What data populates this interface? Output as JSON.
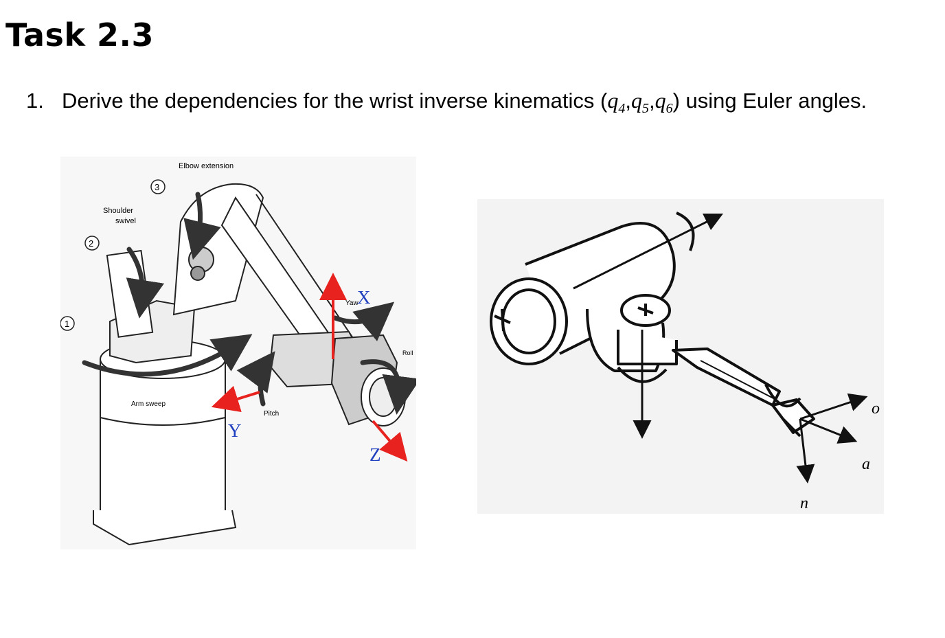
{
  "title": "Task 2.3",
  "question": {
    "number": "1.",
    "text_before": "Derive the dependencies for the wrist inverse kinematics (",
    "q4": "q",
    "q4_sub": "4",
    "sep1": ",",
    "q5": "q",
    "q5_sub": "5",
    "sep2": ",",
    "q6": "q",
    "q6_sub": "6",
    "text_after": ") using Euler angles."
  },
  "left_figure": {
    "labels": {
      "elbow": "Elbow extension",
      "shoulder": "Shoulder",
      "swivel": "swivel",
      "arm_sweep": "Arm sweep",
      "pitch": "Pitch",
      "yaw": "Yaw",
      "roll": "Roll",
      "circle_1": "1",
      "circle_2": "2",
      "circle_3": "3"
    },
    "axes": {
      "x": "X",
      "y": "Y",
      "z": "Z"
    },
    "colors": {
      "axis_red": "#e8231f",
      "axis_label_blue": "#1f3fbf"
    }
  },
  "right_figure": {
    "labels": {
      "o": "o",
      "a": "a",
      "n": "n"
    }
  }
}
